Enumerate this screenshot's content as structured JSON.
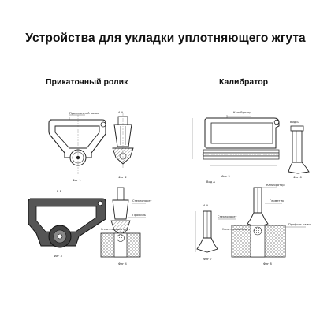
{
  "page": {
    "title": "Устройства для укладки уплотняющего жгута"
  },
  "sections": {
    "roller": {
      "title": "Прикаточный ролик"
    },
    "calibrator": {
      "title": "Калибратор"
    }
  },
  "figures": {
    "fig1_label": "Фиг 1",
    "fig2_label": "Фиг 2",
    "fig3_label": "Фиг 3",
    "fig4_label": "Фиг 4",
    "fig5_label": "Фиг 5",
    "fig6_label": "Фиг 6",
    "fig7_label": "Фиг 7",
    "fig8_label": "Фиг 8",
    "section_aa": "А-А",
    "section_bb": "Б-Б",
    "view_a": "Вид А",
    "view_b": "Вид Б"
  },
  "annotations": {
    "roller_note_top": "Прикаточный ролик",
    "roller_note_glass": "Стеклопакет",
    "roller_note_profile": "Профиль",
    "roller_note_cord": "Уплотняющий жгут",
    "calib_note_top": "Калибратор",
    "calib_note_a": "Калибратор",
    "calib_note_b": "Герметик",
    "calib_note_glass": "Стеклопакет",
    "calib_note_cord": "Уплотняющий жгут",
    "calib_note_frame": "Профиль рамы"
  }
}
